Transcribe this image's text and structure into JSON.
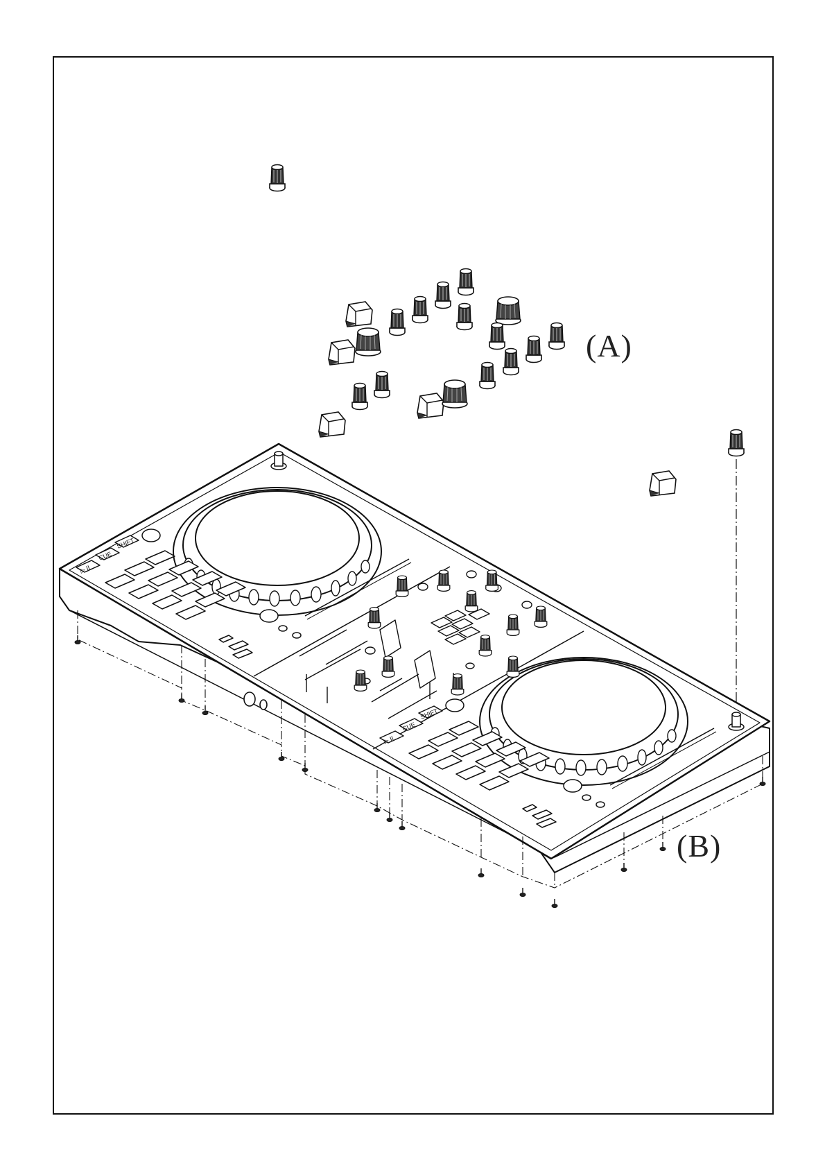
{
  "labels": {
    "a": "(A)",
    "b": "(B)"
  },
  "device": {
    "deck_left_buttons": [
      "SHIFT",
      "CUE",
      "▷ II"
    ],
    "deck_right_buttons": [
      "SHIFT",
      "CUE",
      "▷ II"
    ]
  }
}
